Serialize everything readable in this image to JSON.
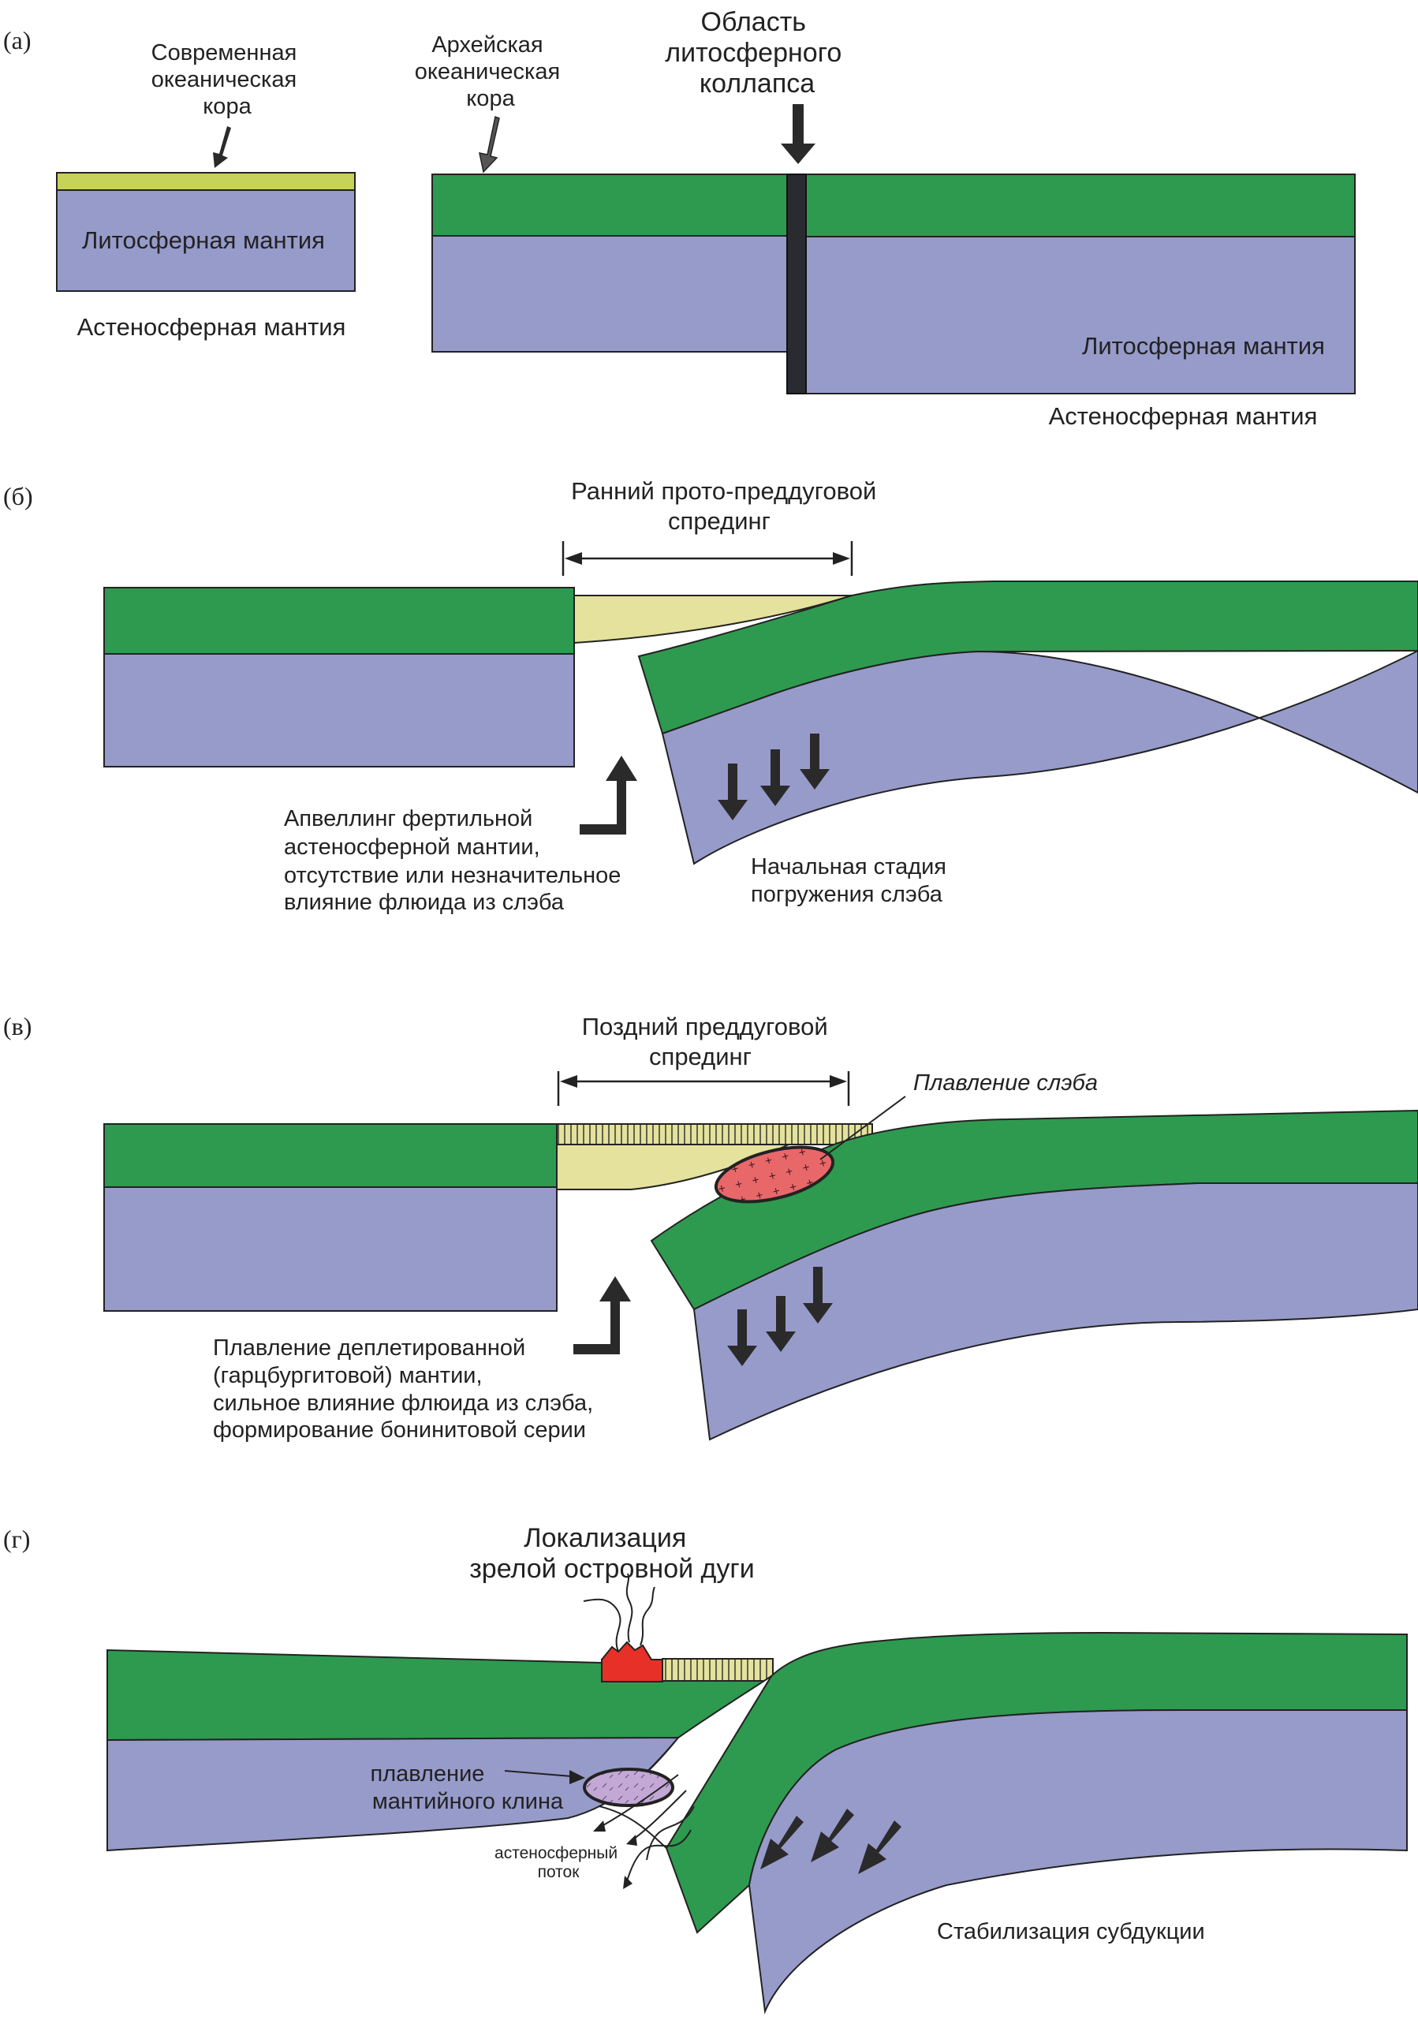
{
  "colors": {
    "crust_archean": "#2e9a4f",
    "crust_modern": "#c7d25a",
    "mantle": "#979bca",
    "forearc_fill": "#e4e29c",
    "slab_melt": "#e8686a",
    "wedge_melt": "#c3a8d6",
    "volcano": "#e73128",
    "collapse_zone": "#2a2b30",
    "arrow": "#2a2a2a"
  },
  "panels": {
    "a": {
      "letter": "(а)",
      "modern_crust_label": [
        "Современная",
        "океаническая",
        "кора"
      ],
      "lithosphere_left": "Литосферная мантия",
      "asthenosphere_left": "Астеносферная мантия",
      "archean_crust_label": [
        "Архейская",
        "океаническая",
        "кора"
      ],
      "collapse_label": [
        "Область",
        "литосферного",
        "коллапса"
      ],
      "lithosphere_right": "Литосферная мантия",
      "asthenosphere_right": "Астеносферная мантия"
    },
    "b": {
      "letter": "(б)",
      "spreading_label": [
        "Ранний прото-преддуговой",
        "спрединг"
      ],
      "upwelling_label": [
        "Апвеллинг фертильной",
        "астеносферной мантии,",
        "отсутствие или незначительное",
        "влияние флюида из слэба"
      ],
      "slab_label": [
        "Начальная стадия",
        "погружения слэба"
      ]
    },
    "c": {
      "letter": "(в)",
      "spreading_label": [
        "Поздний преддуговой",
        "спрединг"
      ],
      "slab_melt_label": "Плавление слэба",
      "melting_label": [
        "Плавление деплетированной",
        "(гарцбургитовой) мантии,",
        "сильное влияние флюида из слэба,",
        "формирование бонинитовой серии"
      ]
    },
    "d": {
      "letter": "(г)",
      "arc_label": [
        "Локализация",
        "зрелой островной дуги"
      ],
      "wedge_label": [
        "плавление",
        "мантийного клина"
      ],
      "flow_label": [
        "астеносферный",
        "поток"
      ],
      "stabilization_label": "Стабилизация субдукции"
    }
  }
}
